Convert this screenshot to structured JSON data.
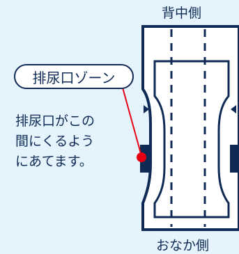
{
  "labels": {
    "top": "背中側",
    "bottom": "おなか側",
    "zone": "排尿口ゾーン",
    "explain_lines": [
      "排尿口がこの",
      "間にくるよう",
      "にあてます。"
    ]
  },
  "colors": {
    "background": "#e5f4fc",
    "outline": "#0f2a55",
    "pad_fill": "#ffffff",
    "marker": "#e60012",
    "leader_line": "#e60012"
  }
}
